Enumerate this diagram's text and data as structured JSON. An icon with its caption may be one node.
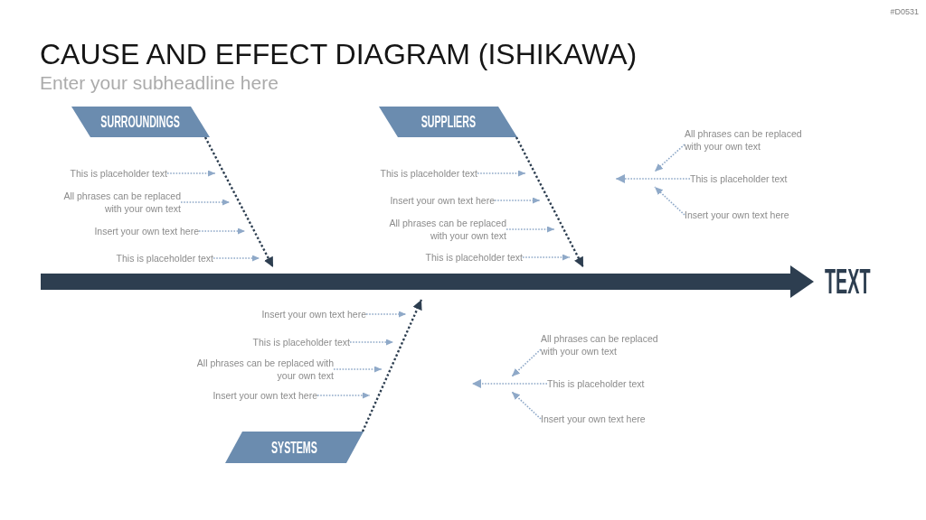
{
  "diagram": {
    "title": "CAUSE AND EFFECT DIAGRAM (ISHIKAWA)",
    "nodes": [
      {
        "text": [
          "SURROUNDINGS"
        ]
      },
      {
        "text": [
          "This is placeholder text"
        ]
      },
      {
        "text": [
          "All phrases can be replaced with your own text"
        ]
      },
      {
        "text": [
          "Insert your own text here"
        ]
      },
      {
        "text": [
          "This is placeholder text"
        ]
      },
      {
        "text": [
          "SUPPLIERS"
        ]
      },
      {
        "text": [
          "This is placeholder text"
        ]
      },
      {
        "text": [
          "Insert your own text here"
        ]
      },
      {
        "text": [
          "All phrases can be replaced with your own text"
        ]
      },
      {
        "text": [
          "This is placeholder text"
        ]
      },
      {
        "text": [
          "All phrases can be replaced with your own text"
        ]
      },
      {
        "text": [
          "This is placeholder text"
        ]
      },
      {
        "text": [
          "Insert your own text here"
        ]
      },
      {
        "text": [
          "TEXT"
        ]
      },
      {
        "text": [
          "Insert your own text here"
        ]
      },
      {
        "text": [
          "This is placeholder text"
        ]
      },
      {
        "text": [
          "All phrases can be replaced with your own text"
        ]
      },
      {
        "text": [
          "Insert your own text here"
        ]
      },
      {
        "text": [
          "SYSTEMS"
        ]
      },
      {
        "text": [
          "All phrases can be replaced with your own text"
        ]
      },
      {
        "text": [
          "This is placeholder text"
        ]
      },
      {
        "text": [
          "Insert your own text here"
        ]
      }
    ],
    "edges": [
      {
        "from": 1,
        "to": null,
        "arrow": "to",
        "style": "dashed"
      },
      {
        "from": 2,
        "to": null,
        "arrow": "to",
        "style": "dashed"
      },
      {
        "from": 3,
        "to": null,
        "arrow": "to",
        "style": "dashed"
      },
      {
        "from": 4,
        "to": null,
        "arrow": "to",
        "style": "dashed"
      },
      {
        "from": 0,
        "to": null,
        "arrow": "to",
        "style": "dashed",
        "color": "#2d3e50"
      },
      {
        "from": 6,
        "to": null,
        "arrow": "to",
        "style": "dashed"
      },
      {
        "from": 7,
        "to": null,
        "arrow": "to",
        "style": "dashed"
      },
      {
        "from": 8,
        "to": null,
        "arrow": "to",
        "style": "dashed"
      },
      {
        "from": 9,
        "to": null,
        "arrow": "to",
        "style": "dashed"
      },
      {
        "from": 5,
        "to": null,
        "arrow": "to",
        "style": "dashed",
        "color": "#2d3e50"
      },
      {
        "from": 10,
        "to": null,
        "arrow": "to",
        "style": "dashed"
      },
      {
        "from": 11,
        "to": null,
        "arrow": "to",
        "style": "dashed"
      },
      {
        "from": 12,
        "to": null,
        "arrow": "to",
        "style": "dashed"
      },
      {
        "from": null,
        "to": 13,
        "arrow": "to",
        "style": "thick",
        "color": "#2d3e50"
      },
      {
        "from": 14,
        "to": null,
        "arrow": "to",
        "style": "dashed"
      },
      {
        "from": 15,
        "to": null,
        "arrow": "to",
        "style": "dashed"
      },
      {
        "from": 16,
        "to": null,
        "arrow": "to",
        "style": "dashed"
      },
      {
        "from": 17,
        "to": null,
        "arrow": "to",
        "style": "dashed"
      },
      {
        "from": 18,
        "to": null,
        "arrow": "to",
        "style": "dashed",
        "color": "#2d3e50"
      },
      {
        "from": 19,
        "to": null,
        "arrow": "to",
        "style": "dashed"
      },
      {
        "from": 20,
        "to": null,
        "arrow": "to",
        "style": "dashed"
      },
      {
        "from": 21,
        "to": null,
        "arrow": "to",
        "style": "dashed"
      }
    ],
    "labels": [
      "#D0531",
      "Enter your subheadline here"
    ]
  }
}
